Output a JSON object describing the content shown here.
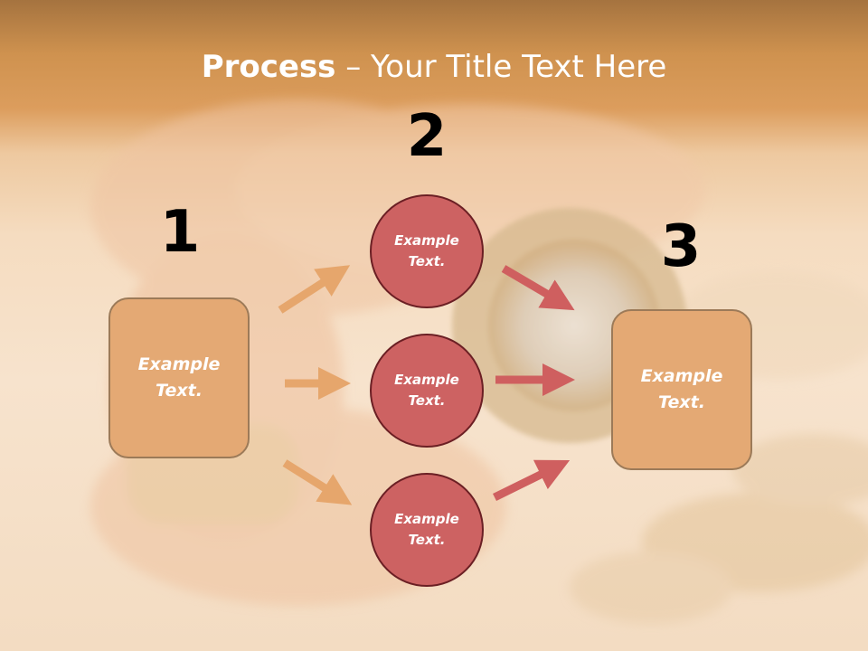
{
  "slide": {
    "title_bold": "Process",
    "title_rest": " – Your Title Text Here",
    "steps": [
      "1",
      "2",
      "3"
    ],
    "left_box": "Example Text.",
    "right_box": "Example Text.",
    "circles": [
      "Example Text.",
      "Example Text.",
      "Example Text."
    ]
  },
  "colors": {
    "box_fill": "#e4a974",
    "box_border": "#9c7a58",
    "circle_fill": "#cd6262",
    "circle_border": "#6b1f24",
    "arrow_left": "#e6a66c",
    "arrow_right": "#cf5f5f"
  }
}
